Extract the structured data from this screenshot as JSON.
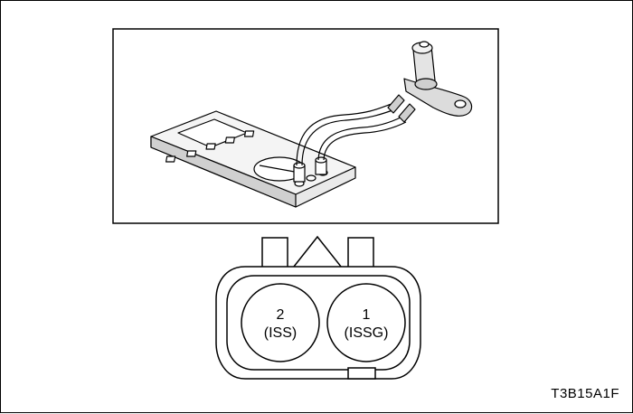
{
  "connector": {
    "pins": [
      {
        "number": "2",
        "label": "(ISS)"
      },
      {
        "number": "1",
        "label": "(ISSG)"
      }
    ]
  },
  "figure": {
    "code": "T3B15A1F"
  },
  "icons": {
    "multimeter": "multimeter-icon",
    "sensor": "speed-sensor-icon"
  },
  "colors": {
    "line": "#000000",
    "panel_fill": "#ffffff",
    "shade": "#bfbfbf"
  }
}
